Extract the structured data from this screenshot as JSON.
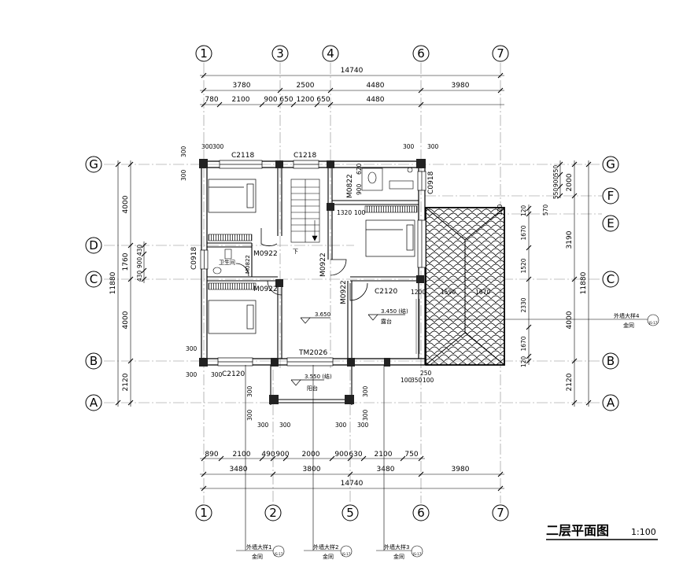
{
  "colors": {
    "ink": "#000000",
    "axis_line": "#777777",
    "bg": "#ffffff",
    "dim_tick": "#000000"
  },
  "plan": {
    "title": "二层平面图",
    "scale": "1:100"
  },
  "axes": {
    "top": [
      "1",
      "3",
      "4",
      "6",
      "7"
    ],
    "bottom": [
      "1",
      "2",
      "5",
      "6",
      "7"
    ],
    "left": [
      "G",
      "D",
      "C",
      "B",
      "A"
    ],
    "right": [
      "G",
      "F",
      "E",
      "C",
      "B",
      "A"
    ]
  },
  "dims": {
    "top_total": "14740",
    "top_mid": [
      "3780",
      "2500",
      "4480",
      "3980"
    ],
    "top_detail": [
      "780",
      "2100",
      "900",
      "650",
      "1200",
      "650",
      "4480"
    ],
    "bottom_detail": [
      "890",
      "2100",
      "490",
      "900",
      "2000",
      "900",
      "630",
      "2100",
      "750"
    ],
    "bottom_mid": [
      "3480",
      "3800",
      "3480",
      "3980"
    ],
    "bottom_total": "14740",
    "left_total": "11880",
    "left_mid": [
      "4000",
      "1760",
      "4000",
      "2120"
    ],
    "left_detail": [
      "430",
      "900",
      "430"
    ],
    "right_total": "11880",
    "right_mid": [
      "2000",
      "3190",
      "4000",
      "2120"
    ],
    "right_detail": [
      "550",
      "900",
      "550",
      "570",
      "1670",
      "1520",
      "2330",
      "1670",
      "120",
      "120"
    ],
    "small": {
      "p300": "300",
      "p100": "100",
      "p120": "120",
      "p250": "250",
      "p900": "900",
      "p620": "620",
      "p1320": "1320",
      "p1200": "1200",
      "p1590": "1590",
      "p1670": "1670",
      "p100_350": "100",
      "p350": "350",
      "p100b": "100"
    }
  },
  "labels": {
    "windows": [
      "C2118",
      "C1218",
      "C0918",
      "C0918",
      "C2120",
      "C2120"
    ],
    "doors": [
      "M0922",
      "M0822",
      "M0922",
      "M0922",
      "M0922",
      "M0822",
      "TM2026"
    ],
    "stair_down": "下",
    "bathroom": "卫生间",
    "level_main": "3.650",
    "level_terrace": "3.450 (结)",
    "terrace": "露台",
    "level_balcony": "3.550 (结)",
    "balcony": "阳台"
  },
  "callouts": [
    {
      "text": "外墙大样1",
      "sub": "金同",
      "code": "JS-17"
    },
    {
      "text": "外墙大样2",
      "sub": "金同",
      "code": "JS-17"
    },
    {
      "text": "外墙大样3",
      "sub": "金同",
      "code": "JS-17"
    },
    {
      "text": "外墙大样4",
      "sub": "金同",
      "code": "JS-17"
    }
  ]
}
